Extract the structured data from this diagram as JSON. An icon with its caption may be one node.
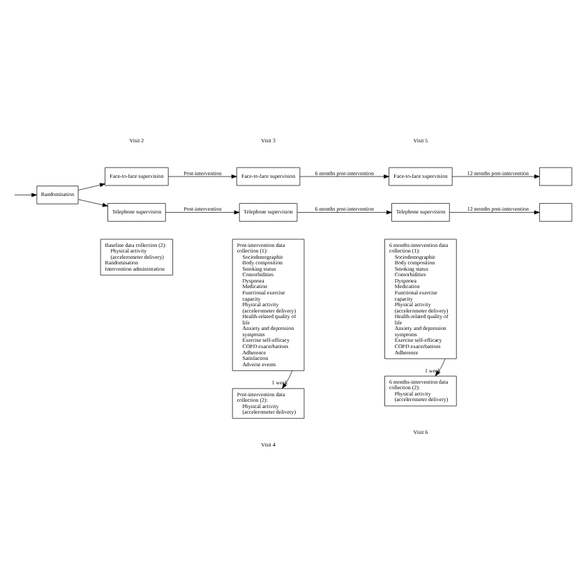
{
  "diagram": {
    "nodes": [
      {
        "text": [
          "Randomisation"
        ]
      },
      {
        "text": [
          "Face-to-face supervision"
        ]
      },
      {
        "text": [
          "Telephone supervision"
        ]
      },
      {
        "text": [
          "Face-to-face supervision"
        ]
      },
      {
        "text": [
          "Telephone supervision"
        ]
      },
      {
        "text": [
          "Face-to-face supervision"
        ]
      },
      {
        "text": [
          "Telephone supervision"
        ]
      },
      {
        "text": [],
        "shape": "box"
      },
      {
        "text": [],
        "shape": "box"
      },
      {
        "text": [
          "Baseline data collection (2):",
          "Physical activity (accelerometer delivery)",
          "Randomisation",
          "Intervention administration"
        ]
      },
      {
        "text": [
          "Post-intervention data collection (1):",
          "Sociodemographic",
          "Body composition",
          "Smoking status",
          "Comorbidities",
          "Dyspnoea",
          "Medication",
          "Functional exercise capacity",
          "Physical activity (accelerometer delivery)",
          "Health-related quality of life",
          "Anxiety and depression symptoms",
          "Exercise self-efficacy",
          "COPD exacerbations",
          "Adherence",
          "Satisfaction",
          "Adverse events"
        ]
      },
      {
        "text": [
          "Post-intervention data collection (2):",
          "Physical activity (accelerometer delivery)"
        ]
      },
      {
        "text": [
          "6 months-intervention data collection (1):",
          "Sociodemographic",
          "Body composition",
          "Smoking status",
          "Comorbidities",
          "Dyspnoea",
          "Medication",
          "Functional exercise capacity",
          "Physical activity (accelerometer delivery)",
          "Health-related quality of life",
          "Anxiety and depression symptoms",
          "Exercise self-efficacy",
          "COPD exacerbations",
          "Adherence"
        ]
      },
      {
        "text": [
          "6 months-intervention data collection (2):",
          "Physical activity (accelerometer delivery)"
        ]
      }
    ],
    "edges": [
      {
        "from": null,
        "to": 0,
        "arrow": "to"
      },
      {
        "from": 0,
        "to": 1,
        "arrow": "to"
      },
      {
        "from": 0,
        "to": 2,
        "arrow": "to"
      },
      {
        "from": 1,
        "to": 3,
        "arrow": "to",
        "label": "Post-intervention"
      },
      {
        "from": 2,
        "to": 4,
        "arrow": "to",
        "label": "Post-intervention"
      },
      {
        "from": 3,
        "to": 5,
        "arrow": "to",
        "label": "6 months post-intervention"
      },
      {
        "from": 4,
        "to": 6,
        "arrow": "to",
        "label": "6 months post-intervention"
      },
      {
        "from": 5,
        "to": 7,
        "arrow": "to",
        "label": "12 months post-intervention"
      },
      {
        "from": 6,
        "to": 8,
        "arrow": "to",
        "label": "12 months post-intervention"
      },
      {
        "from": 10,
        "to": 11,
        "arrow": "to",
        "label": "1 week"
      },
      {
        "from": 12,
        "to": 13,
        "arrow": "to",
        "label": "1 week"
      }
    ],
    "labels": [
      "Visit 2",
      "Visit 3",
      "Visit 5",
      "Visit 4",
      "Visit 6"
    ]
  }
}
